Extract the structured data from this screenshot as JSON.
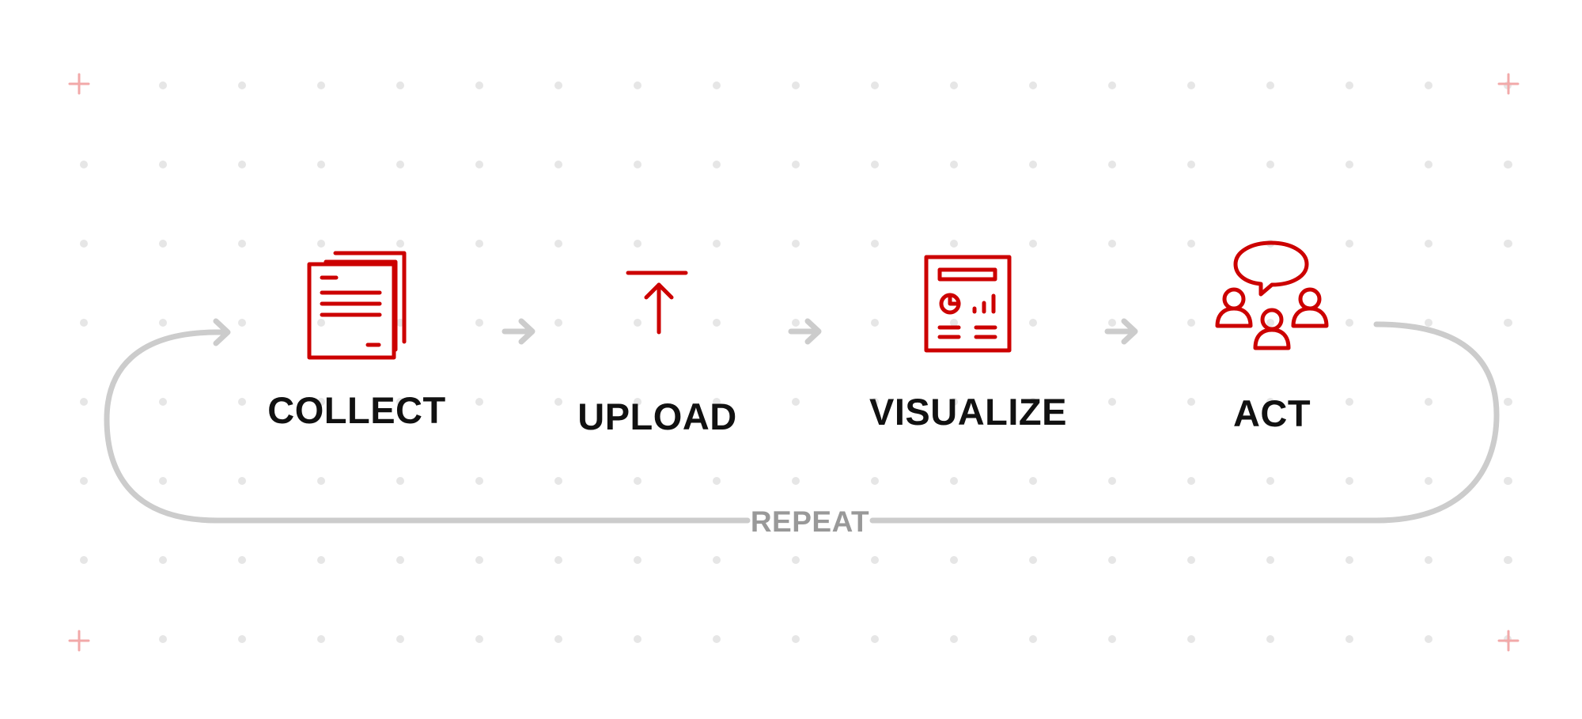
{
  "colors": {
    "accent": "#cc0000",
    "text": "#111111",
    "connector": "#cccccc",
    "repeat_text": "#999999",
    "grid_dot": "#e6e6e6",
    "corner_mark": "#f2a9a9",
    "background": "#ffffff"
  },
  "steps": [
    {
      "label": "COLLECT",
      "icon": "documents-icon"
    },
    {
      "label": "UPLOAD",
      "icon": "upload-icon"
    },
    {
      "label": "VISUALIZE",
      "icon": "report-dashboard-icon"
    },
    {
      "label": "ACT",
      "icon": "team-discussion-icon"
    }
  ],
  "loop": {
    "label": "REPEAT"
  }
}
